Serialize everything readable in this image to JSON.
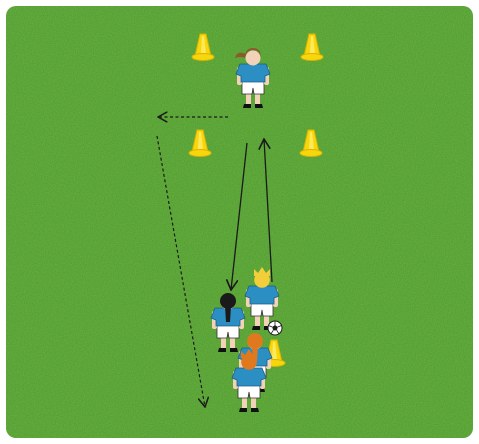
{
  "diagram": {
    "kind": "soccer-drill",
    "colors": {
      "field": "#4c9a2a",
      "field_dark": "#3f8423",
      "field_light": "#5aab33",
      "cone": "#f7d60e",
      "cone_dark": "#d8b400",
      "jersey": "#2b8fc4",
      "shorts": "#ffffff",
      "skin": "#f2d2b8",
      "hair_dark": "#1a1a1a",
      "hair_blonde": "#f2cf3a",
      "hair_ginger": "#e0791e",
      "hair_brown": "#8a5a2b",
      "arrow": "#1a1a1a"
    },
    "elements": {
      "cones": 5,
      "players": 5,
      "balls": 1,
      "solid_arrows": 2,
      "dashed_arrows": 2
    }
  }
}
